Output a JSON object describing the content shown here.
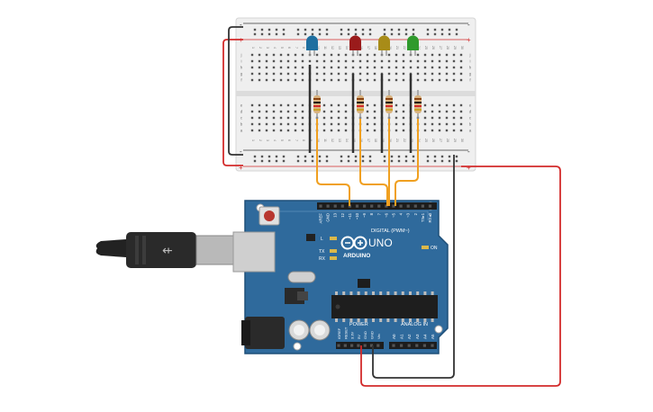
{
  "board": {
    "name": "ARDUINO",
    "model": "UNO",
    "header_label": "DIGITAL (PWM~)",
    "on_label": "ON",
    "tx_label": "TX",
    "rx_label": "RX",
    "l_label": "L",
    "power_label": "POWER",
    "analog_label": "ANALOG IN",
    "digital_pins": [
      "AREF",
      "GND",
      "13",
      "12",
      "~11",
      "~10",
      "~9",
      "8",
      "7",
      "~6",
      "~5",
      "4",
      "~3",
      "2",
      "TX▸1",
      "RX◂0"
    ],
    "power_pins": [
      "IOREF",
      "RESET",
      "3.3V",
      "5V",
      "GND",
      "GND",
      "Vin"
    ],
    "analog_pins": [
      "A0",
      "A1",
      "A2",
      "A3",
      "A4",
      "A5"
    ]
  },
  "breadboard": {
    "column_numbers": [
      "1",
      "2",
      "3",
      "4",
      "5",
      "6",
      "7",
      "8",
      "9",
      "10",
      "11",
      "12",
      "13",
      "14",
      "15",
      "16",
      "17",
      "18",
      "19",
      "20",
      "21",
      "22",
      "23",
      "24",
      "25",
      "26",
      "27",
      "28",
      "29",
      "30"
    ],
    "row_letters_top": [
      "j",
      "i",
      "h",
      "g",
      "f"
    ],
    "row_letters_bottom": [
      "e",
      "d",
      "c",
      "b",
      "a"
    ],
    "rail_minus": "-",
    "rail_plus": "+"
  },
  "leds": [
    {
      "color": "#1e6fa0",
      "name": "blue"
    },
    {
      "color": "#9a1b1b",
      "name": "red"
    },
    {
      "color": "#a88c18",
      "name": "yellow"
    },
    {
      "color": "#2f9a2c",
      "name": "green"
    }
  ],
  "colors": {
    "wire_orange": "#f0a020",
    "wire_red": "#d32b2b",
    "wire_black": "#3a3a3a",
    "board_blue": "#2f6a9c",
    "breadboard": "#eeeeee"
  }
}
